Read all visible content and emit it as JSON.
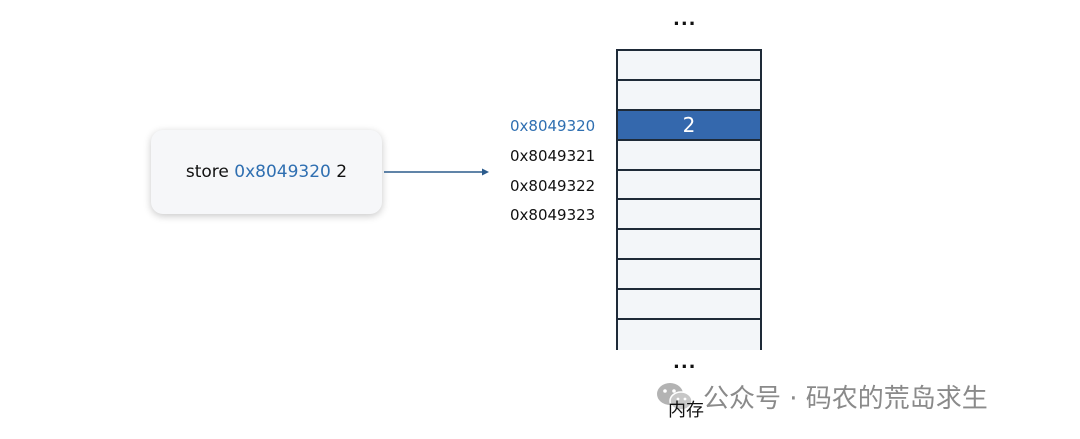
{
  "instruction": {
    "op": "store",
    "address": "0x8049320",
    "value": "2"
  },
  "memory": {
    "top_ellipsis": "...",
    "bottom_ellipsis": "...",
    "label": "内存",
    "cells": [
      {
        "value": ""
      },
      {
        "value": ""
      },
      {
        "value": "2",
        "highlight": true
      },
      {
        "value": ""
      },
      {
        "value": ""
      },
      {
        "value": ""
      },
      {
        "value": ""
      },
      {
        "value": ""
      },
      {
        "value": ""
      },
      {
        "value": ""
      }
    ],
    "addresses": [
      {
        "label": "0x8049320",
        "highlight": true
      },
      {
        "label": "0x8049321"
      },
      {
        "label": "0x8049322"
      },
      {
        "label": "0x8049323"
      }
    ]
  },
  "watermark": {
    "text": "公众号 · 码农的荒岛求生",
    "icon": "wechat-icon"
  },
  "colors": {
    "accent": "#2f6fb1",
    "highlight_cell": "#3468ad",
    "cell_bg": "#f3f6f9",
    "border": "#1e2a38"
  }
}
